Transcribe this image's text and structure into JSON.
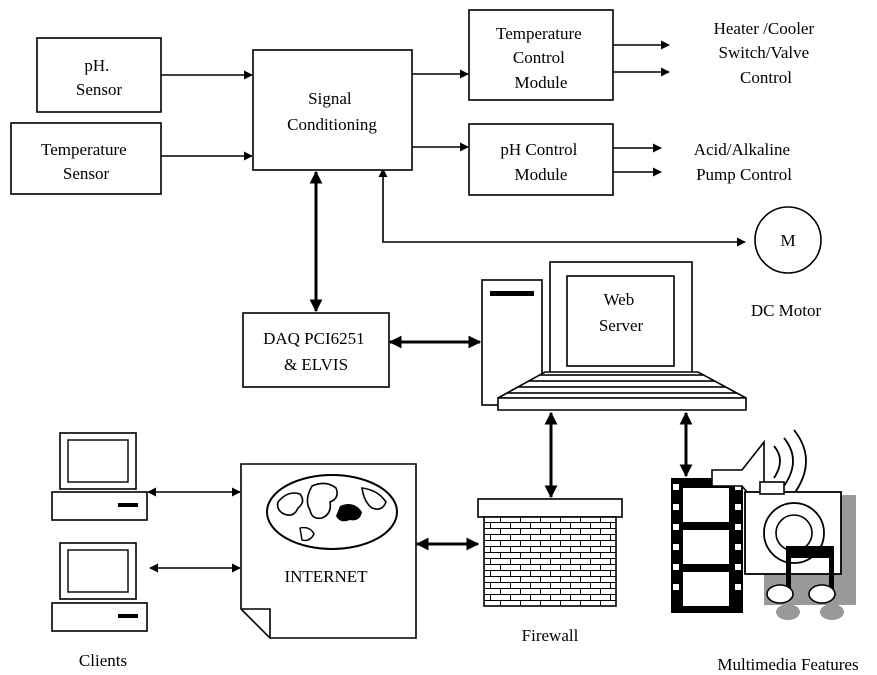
{
  "nodes": {
    "ph_sensor": [
      "pH.",
      "Sensor"
    ],
    "temp_sensor": [
      "Temperature",
      "Sensor"
    ],
    "signal_conditioning": [
      "Signal",
      "Conditioning"
    ],
    "temp_control": [
      "Temperature",
      "Control",
      "Module"
    ],
    "ph_control": [
      "pH Control",
      "Module"
    ],
    "daq": [
      "DAQ PCI6251",
      "& ELVIS"
    ],
    "web_server": [
      "Web",
      "Server"
    ],
    "motor_symbol": "M",
    "internet": "INTERNET"
  },
  "labels": {
    "heater": [
      "Heater /Cooler",
      "Switch/Valve",
      "Control"
    ],
    "pump": [
      "Acid/Alkaline",
      "Pump Control"
    ],
    "dc_motor": "DC Motor",
    "clients": "Clients",
    "firewall": "Firewall",
    "multimedia": "Multimedia Features"
  }
}
